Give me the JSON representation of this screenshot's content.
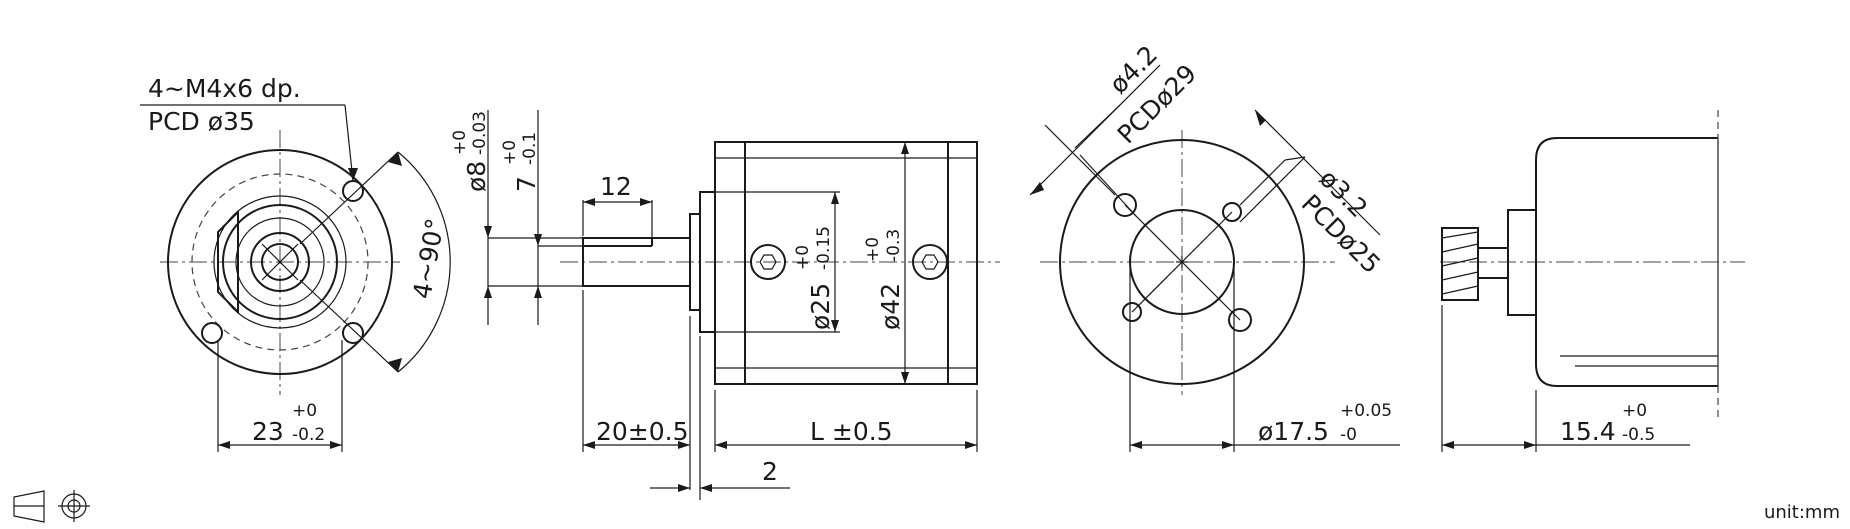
{
  "views": {
    "front": {
      "hole_note_1": "4~M4x6 dp.",
      "hole_note_2": "PCD ø35",
      "angle": "4~90°",
      "width_base": "23",
      "width_tol_plus": "+0",
      "width_tol_minus": "-0.2"
    },
    "side": {
      "shaft_dia": "ø8",
      "shaft_dia_tol_plus": "+0",
      "shaft_dia_tol_minus": "-0.03",
      "flat": "7",
      "flat_tol_plus": "+0",
      "flat_tol_minus": "-0.1",
      "flat_len": "12",
      "pilot_dia": "ø25",
      "pilot_tol_plus": "+0",
      "pilot_tol_minus": "-0.15",
      "body_dia": "ø42",
      "body_tol_plus": "+0",
      "body_tol_minus": "-0.3",
      "shaft_len": "20±0.5",
      "body_len": "L ±0.5",
      "pilot_len": "2"
    },
    "rear": {
      "hole_dia_a": "ø4.2",
      "pcd_a": "PCDø29",
      "hole_dia_b": "ø3.2",
      "pcd_b": "PCDø25",
      "boss_base": "ø17.5",
      "boss_tol_plus": "+0.05",
      "boss_tol_minus": "-0"
    },
    "gear": {
      "dim_base": "15.4",
      "dim_tol_plus": "+0",
      "dim_tol_minus": "-0.5"
    }
  },
  "projection_symbol": "first-angle-projection-icon",
  "unit_label": "unit:mm"
}
